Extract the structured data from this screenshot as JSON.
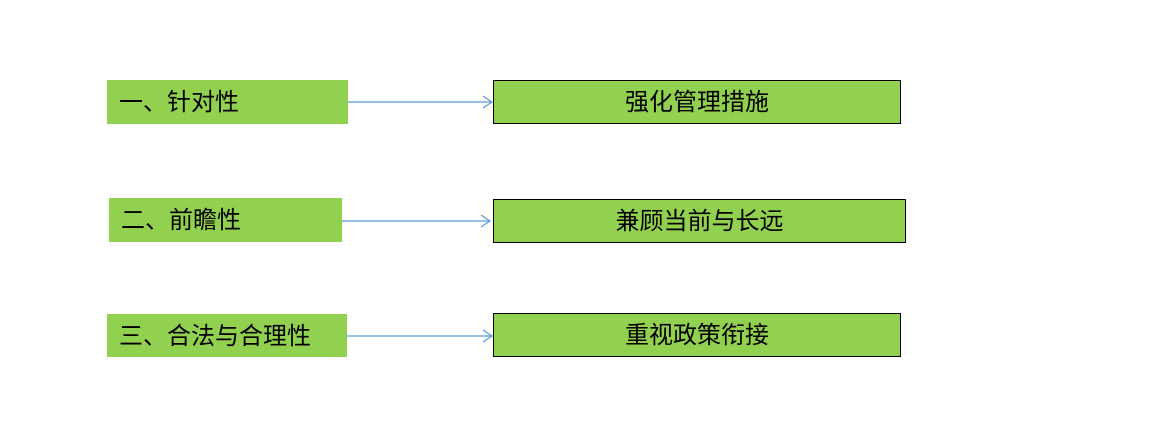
{
  "diagram": {
    "rows": [
      {
        "left_label": "一、针对性",
        "right_label": "强化管理措施"
      },
      {
        "left_label": "二、前瞻性",
        "right_label": "兼顾当前与长远"
      },
      {
        "left_label": "三、合法与合理性",
        "right_label": "重视政策衔接"
      }
    ],
    "colors": {
      "box_fill": "#92d050",
      "arrow": "#5b9bd5",
      "border": "#000000"
    }
  }
}
